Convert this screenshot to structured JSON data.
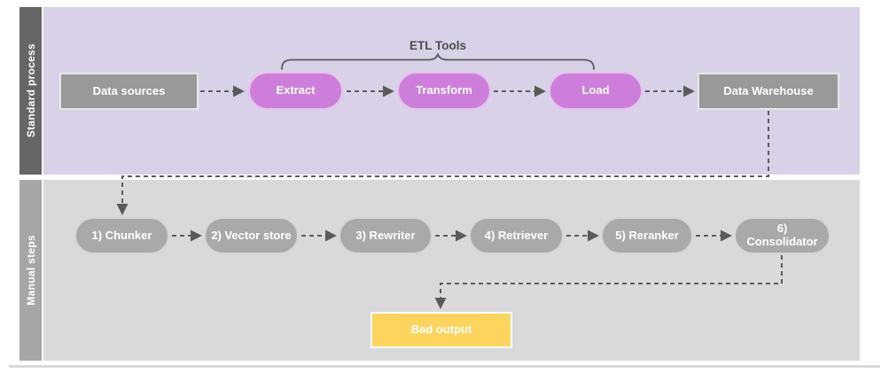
{
  "lanes": {
    "standard": {
      "label": "Standard process"
    },
    "manual": {
      "label": "Manual steps"
    }
  },
  "brace": {
    "label": "ETL Tools"
  },
  "nodes": {
    "data_sources": {
      "label": "Data sources"
    },
    "extract": {
      "label": "Extract"
    },
    "transform": {
      "label": "Transform"
    },
    "load": {
      "label": "Load"
    },
    "data_warehouse": {
      "label": "Data Warehouse"
    },
    "chunker": {
      "label": "1) Chunker"
    },
    "vector_store": {
      "label": "2) Vector store"
    },
    "rewriter": {
      "label": "3) Rewriter"
    },
    "retriever": {
      "label": "4) Retriever"
    },
    "reranker": {
      "label": "5) Reranker"
    },
    "consolidator": {
      "label": "6) Consolidator"
    },
    "bad_output": {
      "label": "Bad output"
    }
  },
  "edges": [
    {
      "from": "Data sources",
      "to": "Extract",
      "style": "dashed-arrow"
    },
    {
      "from": "Extract",
      "to": "Transform",
      "style": "dashed-arrow"
    },
    {
      "from": "Transform",
      "to": "Load",
      "style": "dashed-arrow"
    },
    {
      "from": "Load",
      "to": "Data Warehouse",
      "style": "dashed-arrow"
    },
    {
      "from": "Data Warehouse",
      "to": "1) Chunker",
      "style": "dashed-arrow"
    },
    {
      "from": "1) Chunker",
      "to": "2) Vector store",
      "style": "dashed-arrow"
    },
    {
      "from": "2) Vector store",
      "to": "3) Rewriter",
      "style": "dashed-arrow"
    },
    {
      "from": "3) Rewriter",
      "to": "4) Retriever",
      "style": "dashed-arrow"
    },
    {
      "from": "4) Retriever",
      "to": "5) Reranker",
      "style": "dashed-arrow"
    },
    {
      "from": "5) Reranker",
      "to": "6) Consolidator",
      "style": "dashed-arrow"
    },
    {
      "from": "6) Consolidator",
      "to": "Bad output",
      "style": "dashed-arrow"
    }
  ],
  "colors": {
    "lane_standard_bar": "#666666",
    "lane_standard_bg": "#d8d1e7",
    "lane_manual_bar": "#a6a6a6",
    "lane_manual_bg": "#d9d9d9",
    "etl_pill_fill": "#cd7eda",
    "etl_pill_border": "#e5c2ec",
    "gray_node_fill": "#999999",
    "gray_node_border": "#e8e8e8",
    "manual_pill_fill": "#a9a9a9",
    "manual_pill_border": "#d6d6d6",
    "bad_output_fill": "#fcd45e",
    "bad_output_border": "#ffffff",
    "connector": "#5a5a5a",
    "node_text": "#ffffff",
    "brace_text": "#4c4c4c",
    "divider": "#d9d9d9"
  }
}
